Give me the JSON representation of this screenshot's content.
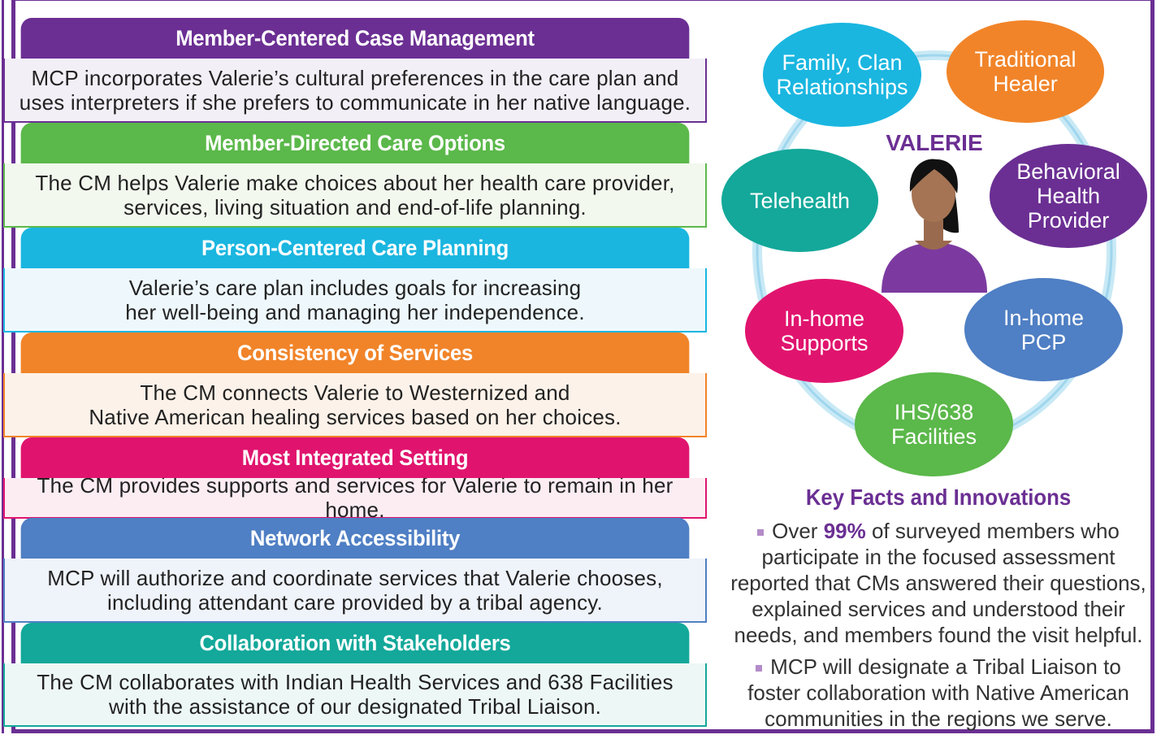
{
  "blocks": [
    {
      "title": "Member-Centered Case Management",
      "text": "MCP incorporates Valerie’s cultural preferences in the care plan and\nuses interpreters if she prefers to communicate in her native language.",
      "color": "#6b2f93",
      "bg": "#f3eff7"
    },
    {
      "title": "Member-Directed Care Options",
      "text": "The CM helps Valerie make choices about her health care provider,\nservices, living situation and end-of-life planning.",
      "color": "#5bb84a",
      "bg": "#f2f8ee"
    },
    {
      "title": "Person-Centered Care Planning",
      "text": "Valerie’s care plan includes goals for increasing\nher well-being and managing her independence.",
      "color": "#1ab6e0",
      "bg": "#eef8fc"
    },
    {
      "title": "Consistency of Services",
      "text": "The CM connects Valerie to Westernized and\nNative American healing services based on her choices.",
      "color": "#f18429",
      "bg": "#fdf2e9"
    },
    {
      "title": "Most Integrated Setting",
      "text": "The CM provides supports and services for Valerie to remain in her home.",
      "color": "#e0146e",
      "bg": "#fcedf3"
    },
    {
      "title": "Network Accessibility",
      "text": "MCP will authorize and coordinate services that Valerie chooses,\nincluding attendant care provided by a tribal agency.",
      "color": "#4f7fc4",
      "bg": "#eff3fa"
    },
    {
      "title": "Collaboration with Stakeholders",
      "text": "The CM collaborates with Indian Health Services and 638 Facilities\nwith the assistance of our designated Tribal Liaison.",
      "color": "#13a89a",
      "bg": "#edf8f6"
    }
  ],
  "diagram": {
    "center_label": "VALERIE",
    "nodes": [
      {
        "label": "Family, Clan\nRelationships",
        "color": "#1ab6e0"
      },
      {
        "label": "Traditional\nHealer",
        "color": "#f18429"
      },
      {
        "label": "Telehealth",
        "color": "#13a89a"
      },
      {
        "label": "Behavioral\nHealth\nProvider",
        "color": "#6b2f93"
      },
      {
        "label": "In-home\nSupports",
        "color": "#e0146e"
      },
      {
        "label": "In-home\nPCP",
        "color": "#4f7fc4"
      },
      {
        "label": "IHS/638\nFacilities",
        "color": "#5bb84a"
      }
    ]
  },
  "facts": {
    "title": "Key Facts and Innovations",
    "f1_pre": "Over ",
    "f1_hl": "99%",
    "f1_post": " of surveyed members who participate in the focused assessment reported that CMs answered their questions, explained services and understood their needs, and members found the visit helpful.",
    "f2": "MCP will designate a Tribal Liaison to foster collaboration with Native American communities in the regions we serve."
  }
}
